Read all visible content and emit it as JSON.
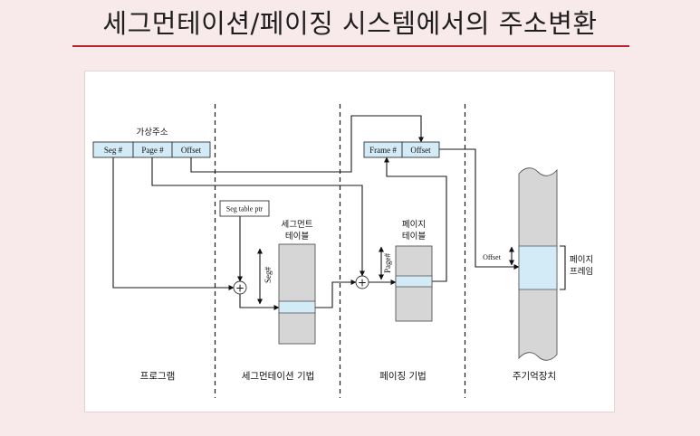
{
  "slide": {
    "title": "세그먼테이션/페이징 시스템에서의 주소변환"
  },
  "diagram": {
    "virtual_address": {
      "label": "가상주소",
      "fields": [
        "Seg #",
        "Page #",
        "Offset"
      ]
    },
    "physical_address": {
      "fields": [
        "Frame #",
        "Offset"
      ]
    },
    "seg_table_ptr": "Seg table ptr",
    "adder_symbol": "+",
    "segment_table": {
      "label": [
        "세그먼트",
        "테이블"
      ],
      "index_label": "Seg#"
    },
    "page_table": {
      "label": [
        "페이지",
        "테이블"
      ],
      "index_label": "Page#"
    },
    "main_memory": {
      "offset_label": "Offset",
      "frame_label": [
        "페이지",
        "프레임"
      ]
    },
    "sections": [
      "프로그램",
      "세그먼테이션 기법",
      "페이징 기법",
      "주기억장치"
    ]
  },
  "colors": {
    "accent_rule": "#b8242b",
    "address_field": "#d2ebf6",
    "table_body": "#d6d6d6",
    "highlight_entry": "#d2ebf6",
    "slide_background": "#f8e9eb"
  }
}
